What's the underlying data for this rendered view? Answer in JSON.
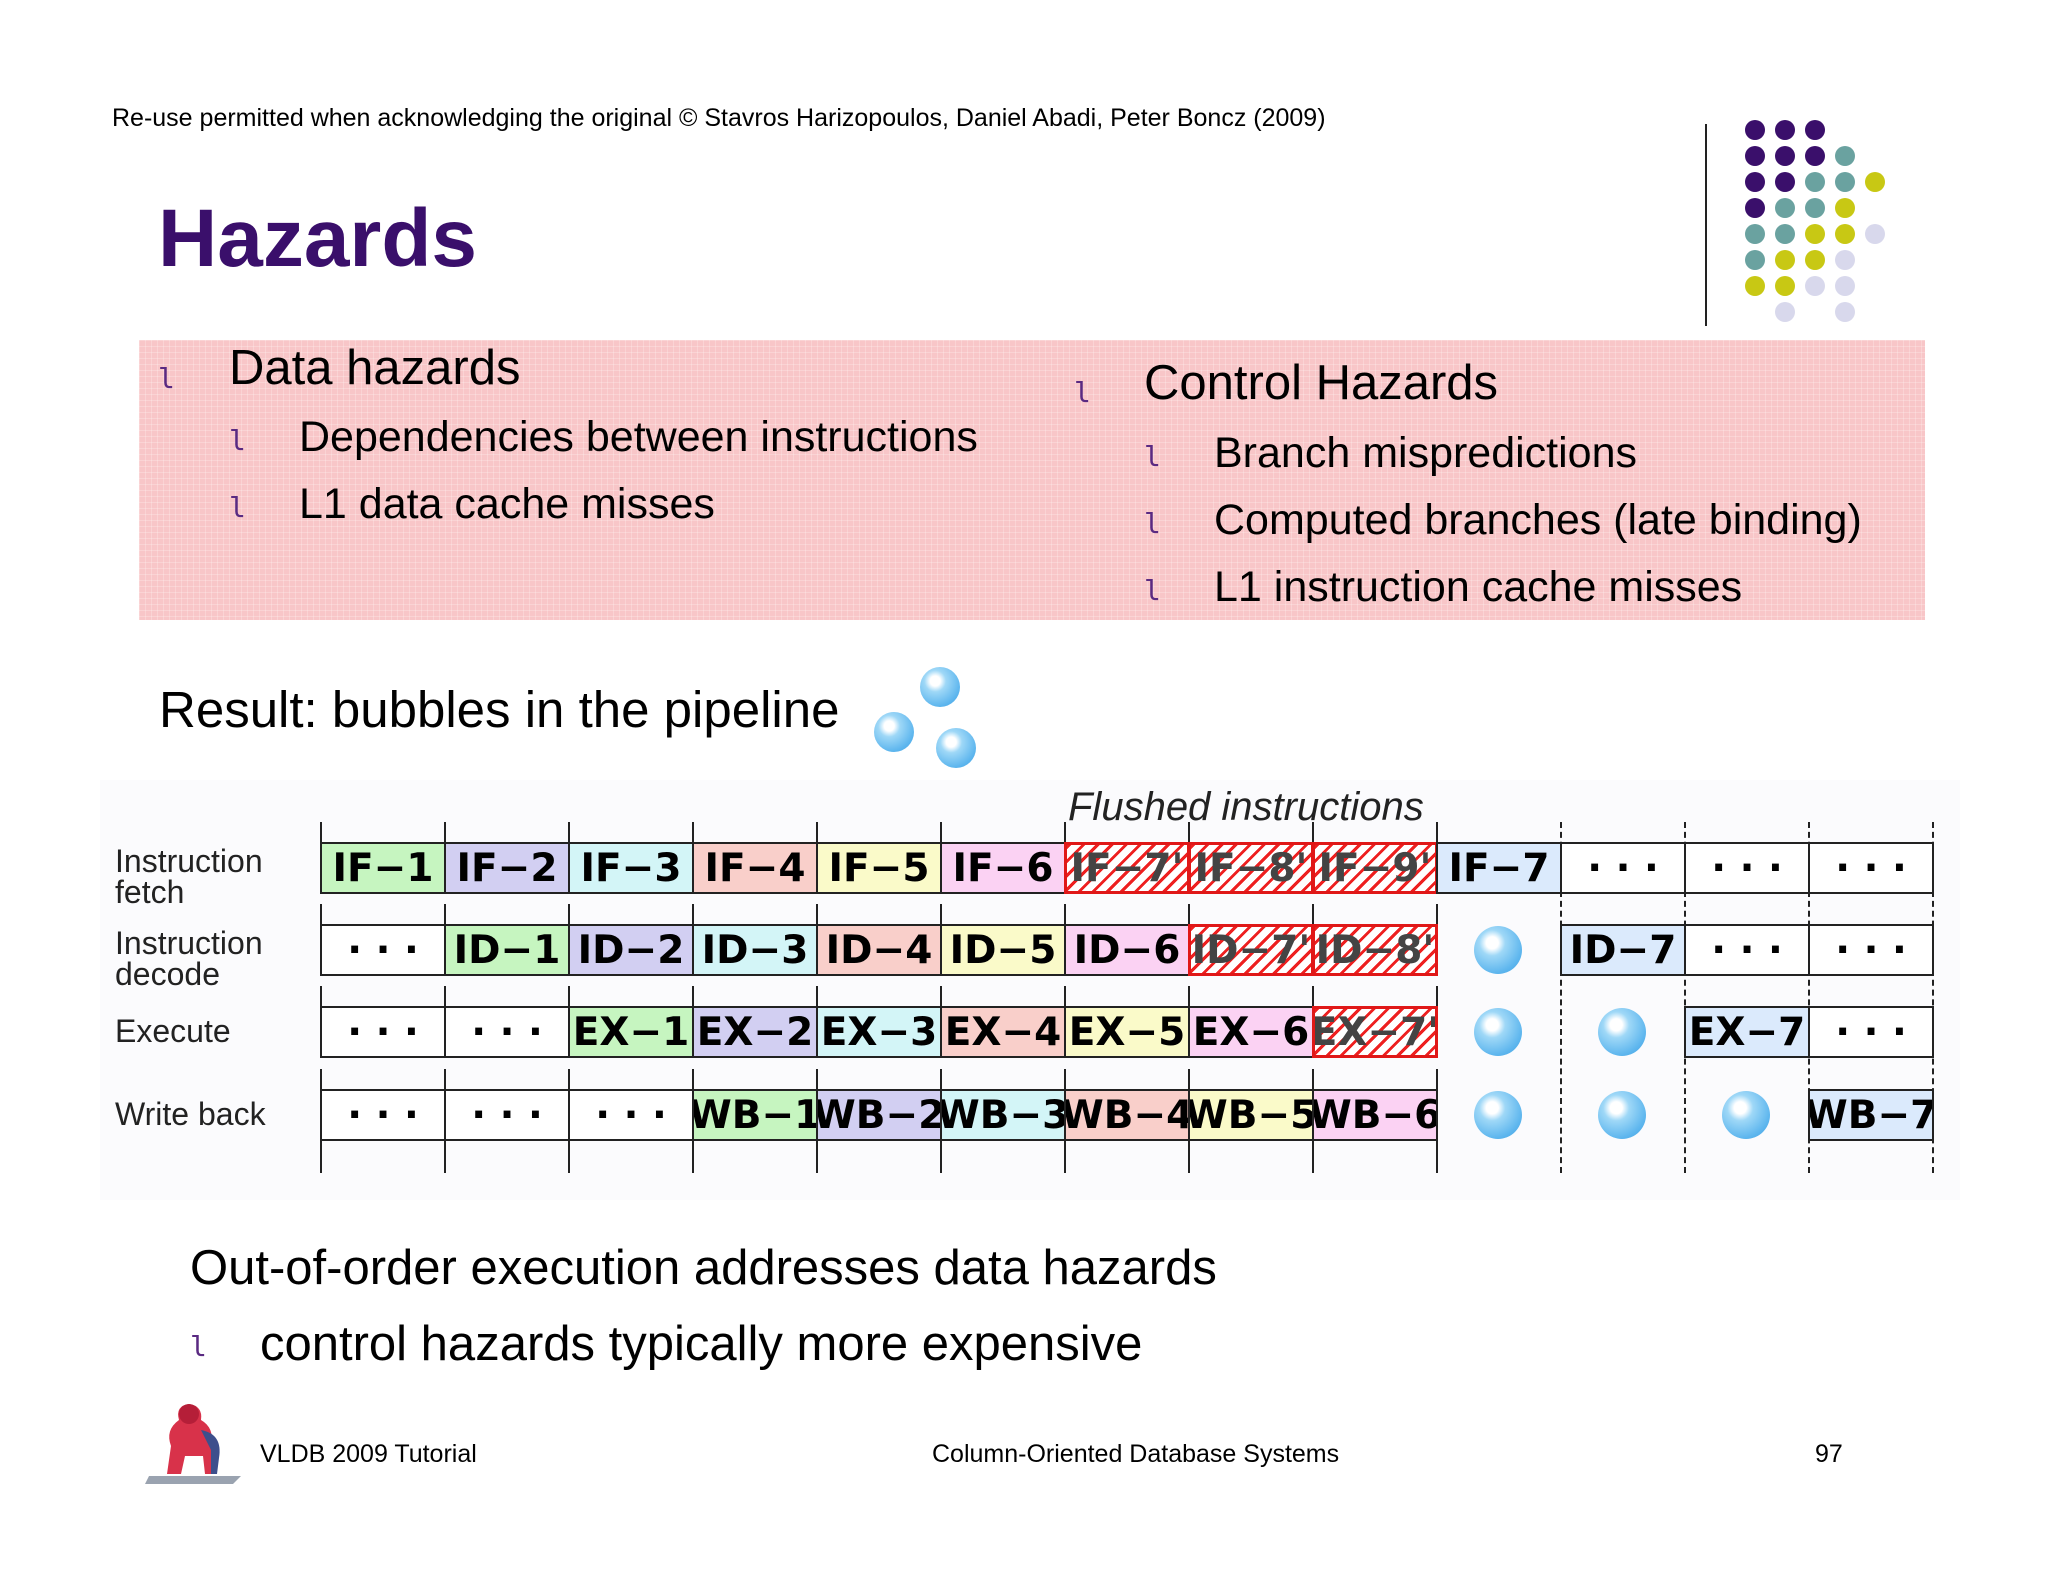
{
  "header": {
    "copyright": "Re-use permitted when acknowledging the original © Stavros Harizopoulos, Daniel Abadi, Peter Boncz (2009)",
    "title": "Hazards"
  },
  "bullet_glyph": "l",
  "data_hazards": {
    "heading": "Data hazards",
    "items": [
      "Dependencies between instructions",
      "L1 data cache misses"
    ]
  },
  "control_hazards": {
    "heading": "Control Hazards",
    "items": [
      "Branch mispredictions",
      "Computed branches (late binding)",
      "L1 instruction cache misses"
    ]
  },
  "result_text": "Result:  bubbles in the pipeline",
  "pipeline": {
    "flushed_label": "Flushed instructions",
    "stages": [
      {
        "label": "Instruction fetch",
        "cells": [
          "IF−1",
          "IF−2",
          "IF−3",
          "IF−4",
          "IF−5",
          "IF−6",
          "IF−7'",
          "IF−8'",
          "IF−9'",
          "IF−7",
          "...",
          "...",
          "..."
        ]
      },
      {
        "label": "Instruction decode",
        "cells": [
          "...",
          "ID−1",
          "ID−2",
          "ID−3",
          "ID−4",
          "ID−5",
          "ID−6",
          "ID−7'",
          "ID−8'",
          "(bubble)",
          "ID−7",
          "...",
          "..."
        ]
      },
      {
        "label": "Execute",
        "cells": [
          "...",
          "...",
          "EX−1",
          "EX−2",
          "EX−3",
          "EX−4",
          "EX−5",
          "EX−6",
          "EX−7'",
          "(bubble)",
          "(bubble)",
          "EX−7",
          "..."
        ]
      },
      {
        "label": "Write back",
        "cells": [
          "...",
          "...",
          "...",
          "WB−1",
          "WB−2",
          "WB−3",
          "WB−4",
          "WB−5",
          "WB−6",
          "(bubble)",
          "(bubble)",
          "(bubble)",
          "WB−7"
        ]
      }
    ]
  },
  "conclusion": {
    "main": "Out-of-order execution addresses data hazards",
    "sub": "control hazards typically more expensive"
  },
  "footer": {
    "left": "VLDB 2009 Tutorial",
    "center": "Column-Oriented Database Systems",
    "page": "97"
  },
  "colors": {
    "title": "#3a0f6b",
    "highlight_box": "#f8c6c8",
    "instr": [
      "#c6f5c0",
      "#d2cff2",
      "#d3f5f7",
      "#f9cfca",
      "#fafac9",
      "#fbd2f3",
      "#dbeafc"
    ],
    "flush": "#ee2020",
    "logo_dots": [
      "#3a0f6b",
      "#6aa2a0",
      "#c8c814",
      "#d8d8ec"
    ]
  }
}
